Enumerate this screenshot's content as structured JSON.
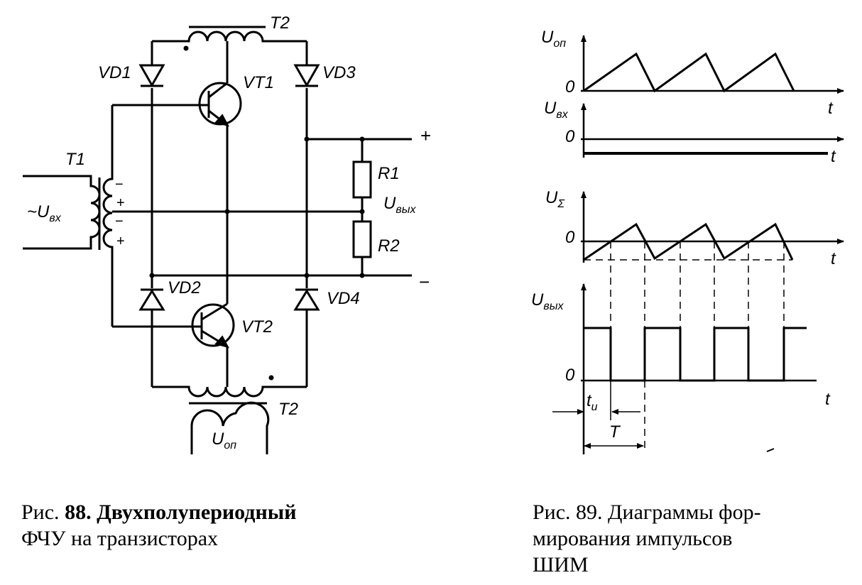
{
  "schematic": {
    "T2": "T2",
    "T1": "T1",
    "VD1": "VD1",
    "VD2": "VD2",
    "VD3": "VD3",
    "VD4": "VD4",
    "VT1": "VT1",
    "VT2": "VT2",
    "R1": "R1",
    "R2": "R2",
    "U_in": "~U",
    "U_in_sub": "вх",
    "U_out": "U",
    "U_out_sub": "вых",
    "U_ref": "U",
    "U_ref_sub": "оп",
    "plus": "+",
    "minus": "−"
  },
  "timing": {
    "U_ref": "U",
    "U_ref_sub": "оп",
    "U_in": "U",
    "U_in_sub": "вх",
    "U_sum": "U",
    "U_sum_sub": "Σ",
    "U_out": "U",
    "U_out_sub": "вых",
    "zero": "0",
    "t": "t",
    "t_u": "t",
    "t_u_sub": "и",
    "T": "T"
  },
  "captions": {
    "fig88_line1_a": "Рис.",
    "fig88_line1_b": "88.",
    "fig88_line1_c": "Двухполупериодный",
    "fig88_line2": "ФЧУ на транзисторах",
    "fig89_line1": "Рис. 89. Диаграммы фор-",
    "fig89_line2_a": "мирования",
    "fig89_line2_b": "импульсов",
    "fig89_line3": "ШИМ"
  }
}
